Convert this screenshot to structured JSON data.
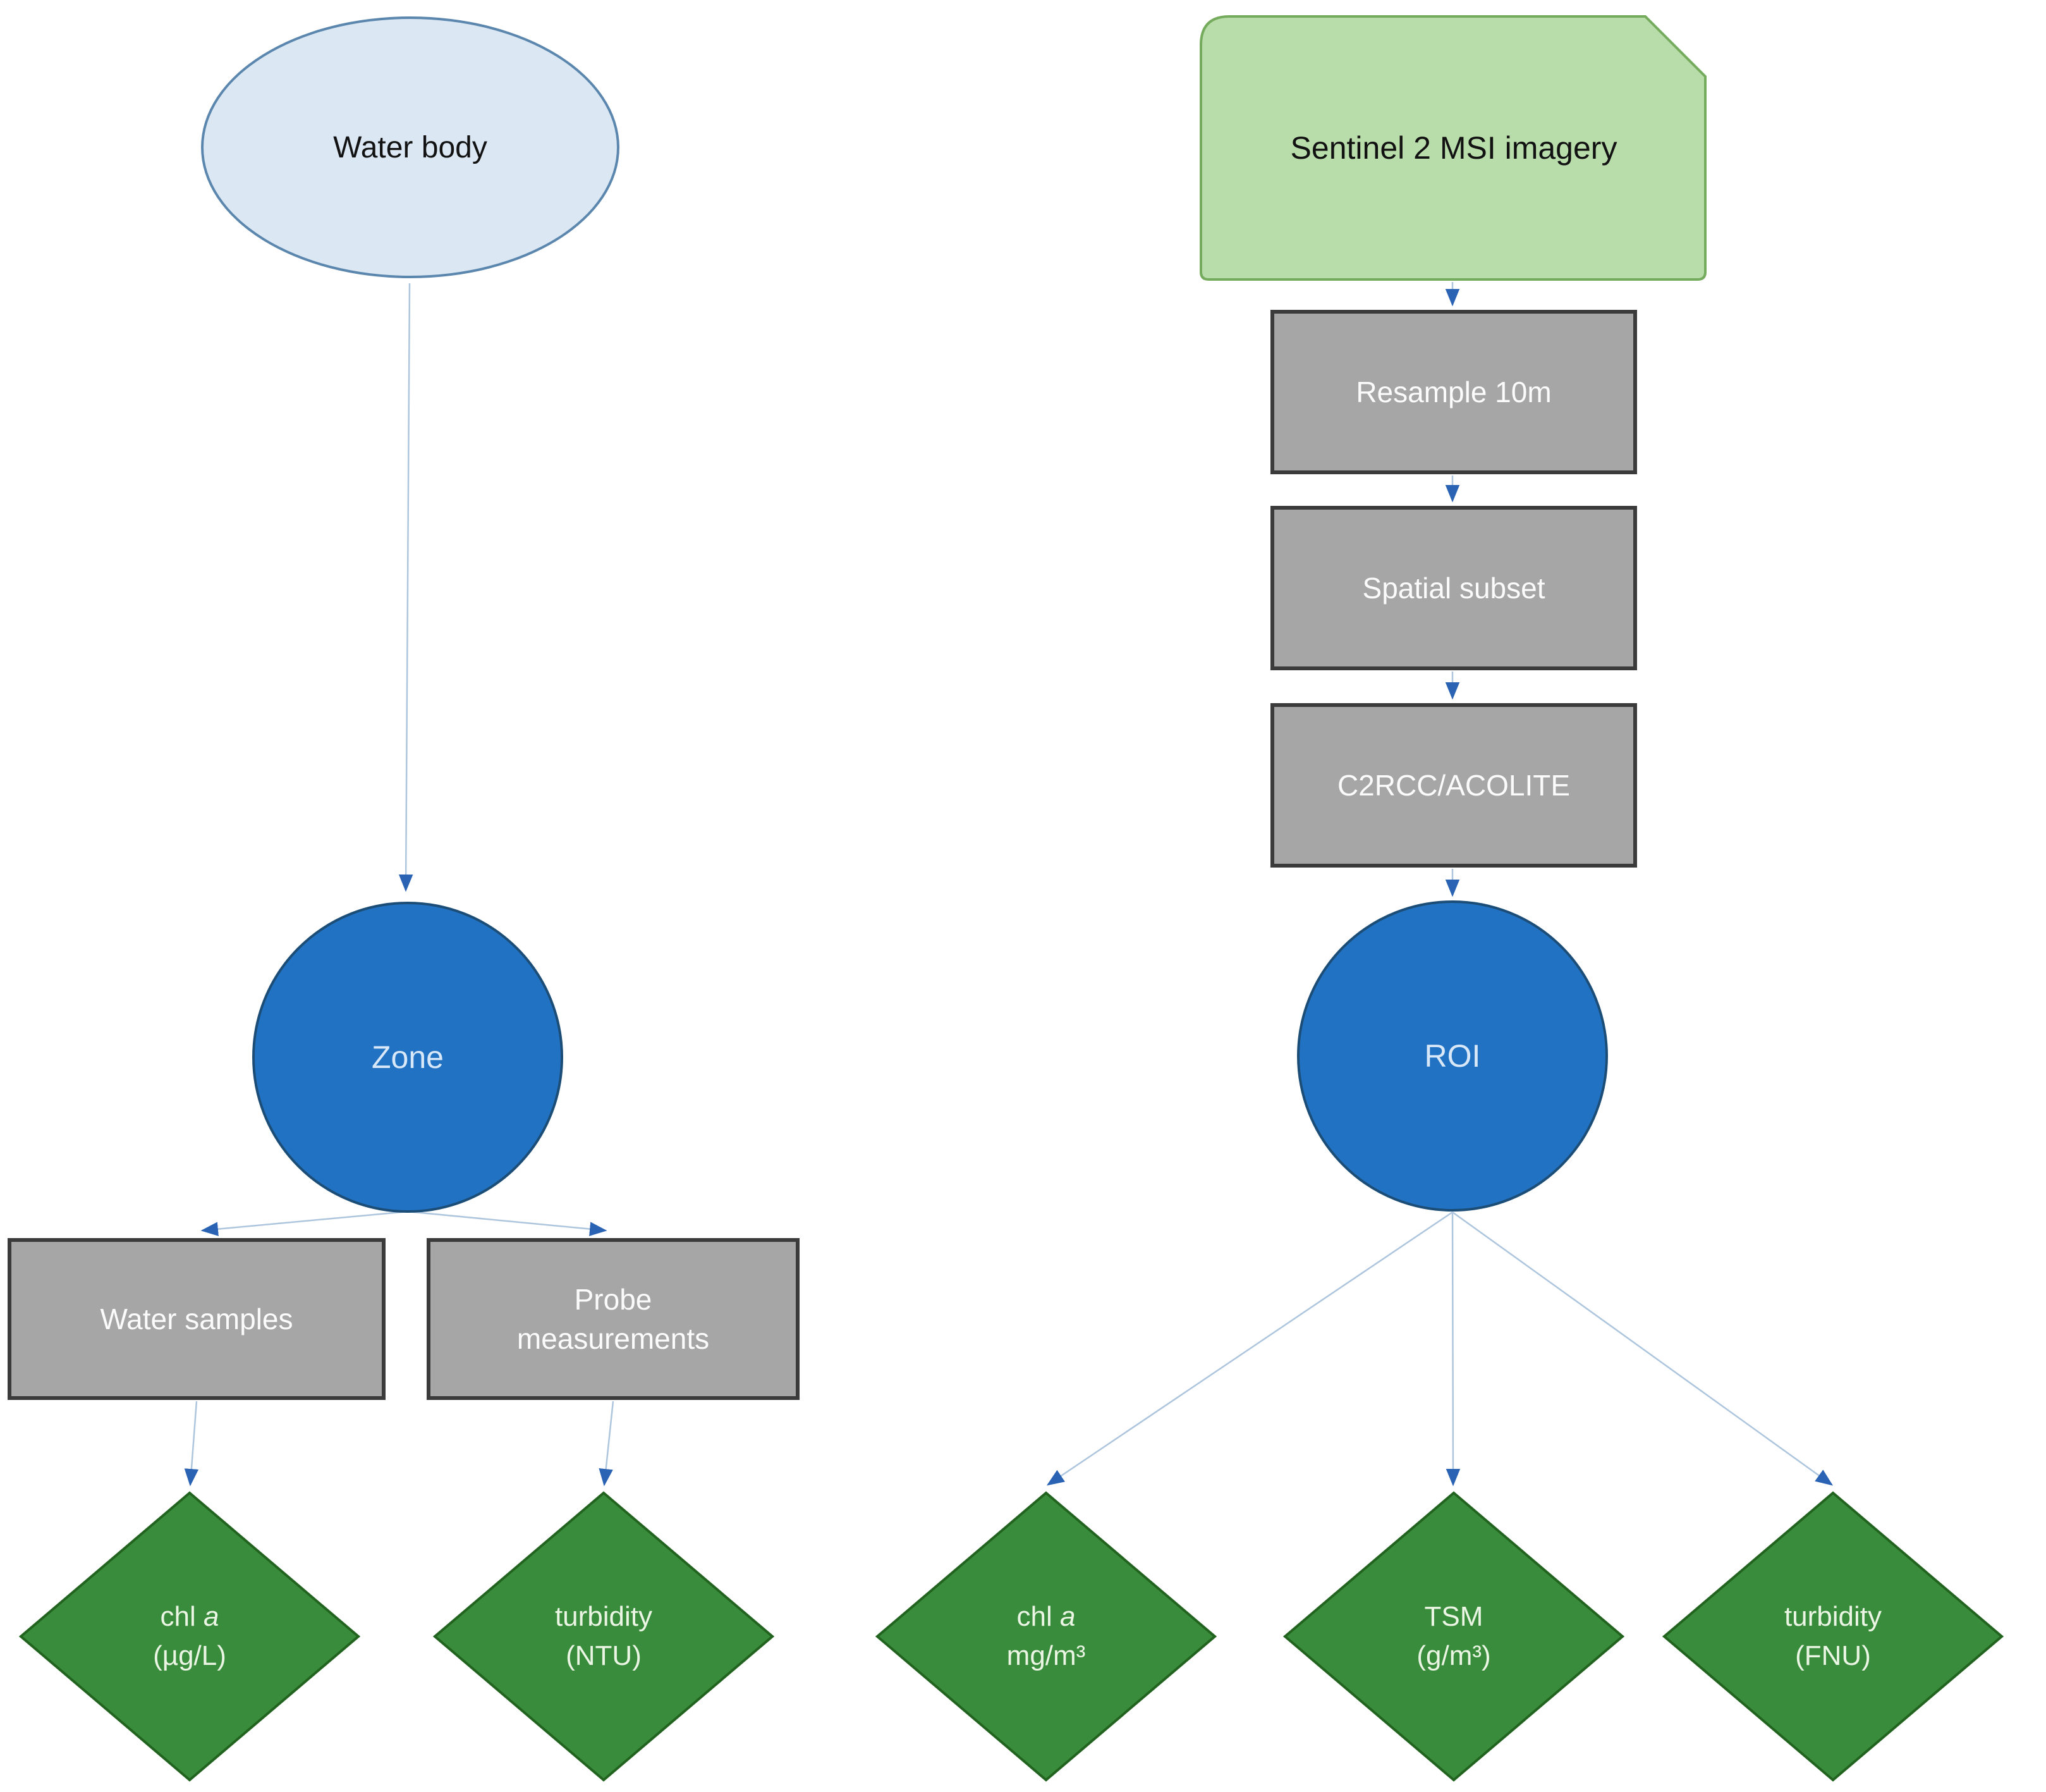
{
  "diagram": {
    "left_flow": {
      "water_body": {
        "label": "Water body"
      },
      "zone": {
        "label": "Zone"
      },
      "water_samples": {
        "label": "Water samples"
      },
      "probe_measurements": {
        "label": "Probe\nmeasurements"
      },
      "chl_diamond": {
        "line1": "chl",
        "line1_italic": "a",
        "line2": "(µg/L)"
      },
      "turbidity_diamond": {
        "line1": "turbidity",
        "line1_italic": "",
        "line2": "(NTU)"
      }
    },
    "right_flow": {
      "sentinel": {
        "label": "Sentinel 2 MSI imagery"
      },
      "resample": {
        "label": "Resample 10m"
      },
      "spatial_subset": {
        "label": "Spatial subset"
      },
      "c2rcc": {
        "label": "C2RCC/ACOLITE"
      },
      "roi": {
        "label": "ROI"
      },
      "chl_diamond": {
        "line1": "chl",
        "line1_italic": "a",
        "line2": "mg/m³"
      },
      "tsm_diamond": {
        "line1": "TSM",
        "line1_italic": "",
        "line2": "(g/m³)"
      },
      "turbidity_diamond": {
        "line1": "turbidity",
        "line1_italic": "",
        "line2": "(FNU)"
      }
    },
    "colors": {
      "water_body_fill": "#dbe8f4",
      "water_body_stroke": "#5b86ad",
      "sentinel_fill": "#b9dcab",
      "sentinel_stroke": "#74ab5c",
      "process_fill": "#a6a6a6",
      "process_stroke": "#3b3b3b",
      "circle_fill": "#2272c3",
      "circle_stroke": "#1b4d77",
      "diamond_fill": "#398c3b",
      "diamond_stroke": "#21631f",
      "connector": "#adc5dd",
      "arrowhead": "#2b63b4"
    }
  }
}
